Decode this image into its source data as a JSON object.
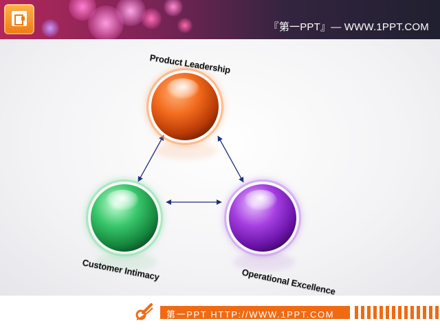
{
  "header": {
    "title": "『第一PPT』— WWW.1PPT.COM",
    "logo_icon": "presentation-icon"
  },
  "diagram": {
    "nodes": [
      {
        "id": "product",
        "label": "Product Leadership",
        "color": "#f26a1c"
      },
      {
        "id": "customer",
        "label": "Customer Intimacy",
        "color": "#2fb35d"
      },
      {
        "id": "operational",
        "label": "Operational Excellence",
        "color": "#8a2cc8"
      }
    ],
    "edges": [
      {
        "from": "product",
        "to": "customer",
        "type": "bidirectional"
      },
      {
        "from": "product",
        "to": "operational",
        "type": "bidirectional"
      },
      {
        "from": "customer",
        "to": "operational",
        "type": "bidirectional"
      }
    ],
    "arrow_color": "#1f2f7a"
  },
  "footer": {
    "text": "第一PPT HTTP://WWW.1PPT.COM",
    "accent_color": "#f06a14",
    "logo_icon": "pencil-swoosh-icon"
  }
}
